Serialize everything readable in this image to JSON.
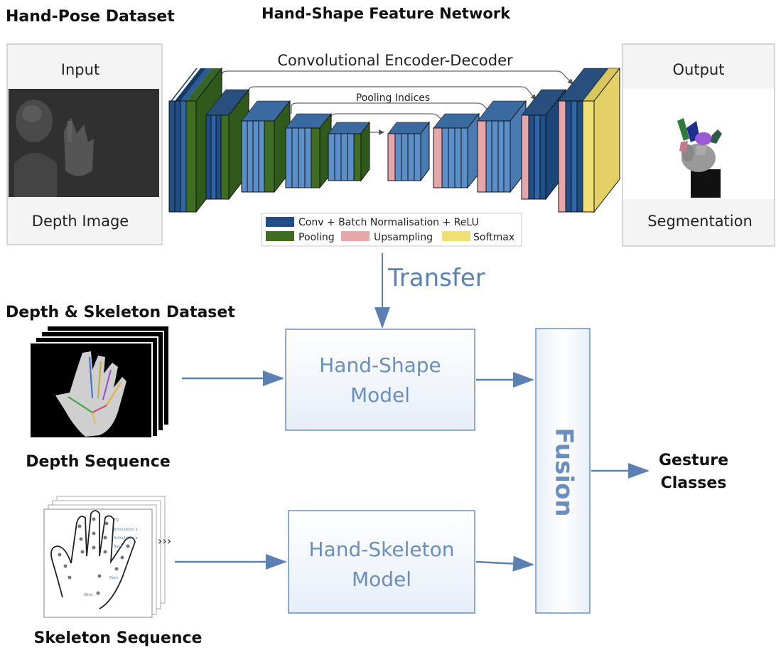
{
  "sections": {
    "hand_pose_dataset": "Hand-Pose Dataset",
    "network_title": "Hand-Shape Feature Network",
    "depth_skeleton_dataset": "Depth & Skeleton Dataset"
  },
  "input_panel": {
    "top": "Input",
    "bottom": "Depth Image"
  },
  "output_panel": {
    "top": "Output",
    "bottom": "Segmentation"
  },
  "network": {
    "encoder_decoder": "Convolutional Encoder-Decoder",
    "pooling_indices": "Pooling Indices"
  },
  "legend": [
    {
      "label": "Conv + Batch Normalisation + ReLU",
      "color": "#1f4f86"
    },
    {
      "label": "Pooling",
      "color": "#3f6e22"
    },
    {
      "label": "Upsampling",
      "color": "#e6a6aa"
    },
    {
      "label": "Softmax",
      "color": "#efdf74"
    }
  ],
  "transfer": "Transfer",
  "hand_shape_model": {
    "line1": "Hand-Shape",
    "line2": "Model"
  },
  "hand_skeleton_model": {
    "line1": "Hand-Skeleton",
    "line2": "Model"
  },
  "fusion": "Fusion",
  "output": {
    "line1": "Gesture",
    "line2": "Classes"
  },
  "depth_sequence": "Depth Sequence",
  "skeleton_sequence": "Skeleton Sequence",
  "skeleton_annotations": [
    "Tip",
    "Articulation a",
    "Articulation b",
    "Base",
    "Palm",
    "Wrist"
  ],
  "colors": {
    "conv": "#1f4f86",
    "conv_light": "#5b8fc9",
    "pooling": "#3f6e22",
    "upsampling": "#e6a6aa",
    "softmax": "#efdf74",
    "accent": "#5b80b3"
  }
}
